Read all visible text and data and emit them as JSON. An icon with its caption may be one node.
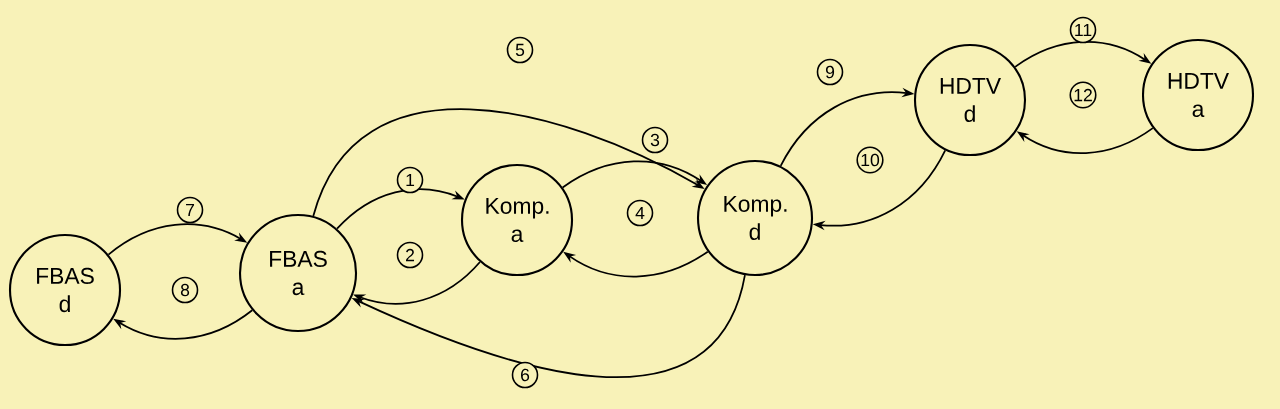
{
  "diagram": {
    "nodes": [
      {
        "text": [
          "FBAS d"
        ]
      },
      {
        "text": [
          "FBAS a"
        ]
      },
      {
        "text": [
          "Komp. a"
        ]
      },
      {
        "text": [
          "Komp. d"
        ]
      },
      {
        "text": [
          "HDTV d"
        ]
      },
      {
        "text": [
          "HDTV a"
        ]
      }
    ],
    "edges": [
      {
        "from": 1,
        "to": 2,
        "arrow": "to",
        "label": "1"
      },
      {
        "from": 2,
        "to": 1,
        "arrow": "to",
        "label": "2"
      },
      {
        "from": 2,
        "to": 3,
        "arrow": "to",
        "label": "3"
      },
      {
        "from": 3,
        "to": 2,
        "arrow": "to",
        "label": "4"
      },
      {
        "from": 1,
        "to": 3,
        "arrow": "to",
        "label": "5"
      },
      {
        "from": 3,
        "to": 1,
        "arrow": "to",
        "label": "6"
      },
      {
        "from": 0,
        "to": 1,
        "arrow": "to",
        "label": "7"
      },
      {
        "from": 1,
        "to": 0,
        "arrow": "to",
        "label": "8"
      },
      {
        "from": 3,
        "to": 4,
        "arrow": "to",
        "label": "9"
      },
      {
        "from": 4,
        "to": 3,
        "arrow": "to",
        "label": "10"
      },
      {
        "from": 4,
        "to": 5,
        "arrow": "to",
        "label": "11"
      },
      {
        "from": 5,
        "to": 4,
        "arrow": "to",
        "label": "12"
      }
    ]
  }
}
